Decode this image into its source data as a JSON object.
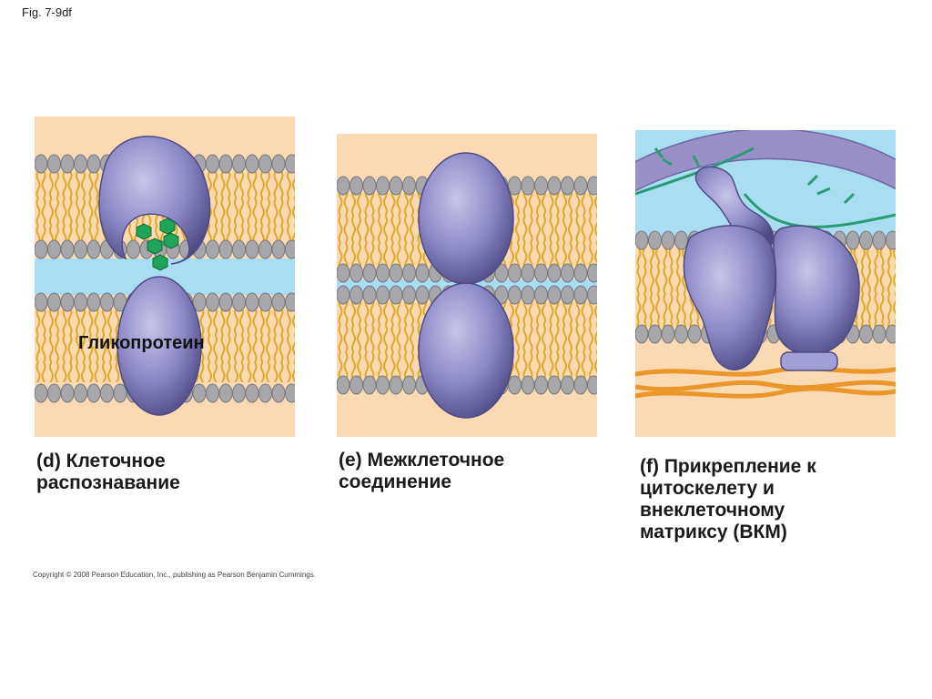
{
  "figure": {
    "label": "Fig. 7-9df"
  },
  "panels": {
    "d": {
      "caption": "(d) Клеточное\nраспознавание",
      "label": "Гликопротеин"
    },
    "e": {
      "caption": "(e) Межклеточное\nсоединение"
    },
    "f": {
      "caption": "(f) Прикрепление к\nцитоскелету и\nвнеклеточному\nматриксу (ВКМ)"
    }
  },
  "copyright": "Copyright © 2008 Pearson Education, Inc., publishing as Pearson Benjamin Cummings.",
  "colors": {
    "background_panel": "#fbd9b3",
    "extracellular_space": "#a8ddf2",
    "phospholipid_head": "#a6a6ab",
    "lipid_tail": "#e6b433",
    "protein": "#8e8ac8",
    "protein_dark": "#5f5b98",
    "carbohydrate": "#1fa55a",
    "cytoskeleton": "#9a90c8",
    "ecm_fiber": "#f0a030"
  }
}
